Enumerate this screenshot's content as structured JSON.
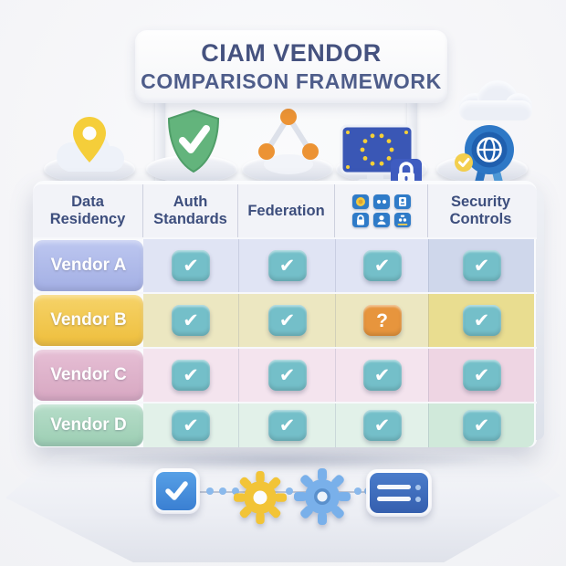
{
  "banner": {
    "line1": "CIAM VENDOR",
    "line2": "COMPARISON FRAMEWORK"
  },
  "columns": [
    {
      "label": "Data Residency",
      "icon": "cloud-location-pin-icon"
    },
    {
      "label": "Auth Standards",
      "icon": "shield-check-icon"
    },
    {
      "label": "Federation",
      "icon": "network-nodes-icon"
    },
    {
      "label": "",
      "icon": "eu-flag-monitor-lock-icon",
      "badge_icons": [
        "coin-icon",
        "eyes-icon",
        "id-card-icon",
        "padlock-icon",
        "user-icon",
        "briefcase-icon"
      ]
    },
    {
      "label": "Security Controls",
      "icon": "globe-seal-badge-icon"
    }
  ],
  "rows": [
    {
      "label": "Vendor A",
      "label_color": "#aebae9",
      "row_color": "#e0e4f4",
      "statuses": [
        "check",
        "check",
        "check",
        "check"
      ]
    },
    {
      "label": "Vendor B",
      "label_color": "#f2c84f",
      "row_color": "#ece7c1",
      "statuses": [
        "check",
        "check",
        "question",
        "check"
      ]
    },
    {
      "label": "Vendor C",
      "label_color": "#deb3ca",
      "row_color": "#f4e4ee",
      "statuses": [
        "check",
        "check",
        "check",
        "check"
      ]
    },
    {
      "label": "Vendor D",
      "label_color": "#a9d5be",
      "row_color": "#e2f1e9",
      "statuses": [
        "check",
        "check",
        "check",
        "check"
      ]
    }
  ],
  "glyphs": {
    "check": "✔",
    "question": "?"
  },
  "status_colors": {
    "check": "#74bfc9",
    "question": "#e7953d"
  },
  "text_colors": {
    "title": "#45527f",
    "header": "#3d4e7d"
  },
  "footer": {
    "icons": [
      "checkbox-check-icon",
      "gear-yellow-icon",
      "gear-blue-icon",
      "settings-list-icon"
    ]
  }
}
